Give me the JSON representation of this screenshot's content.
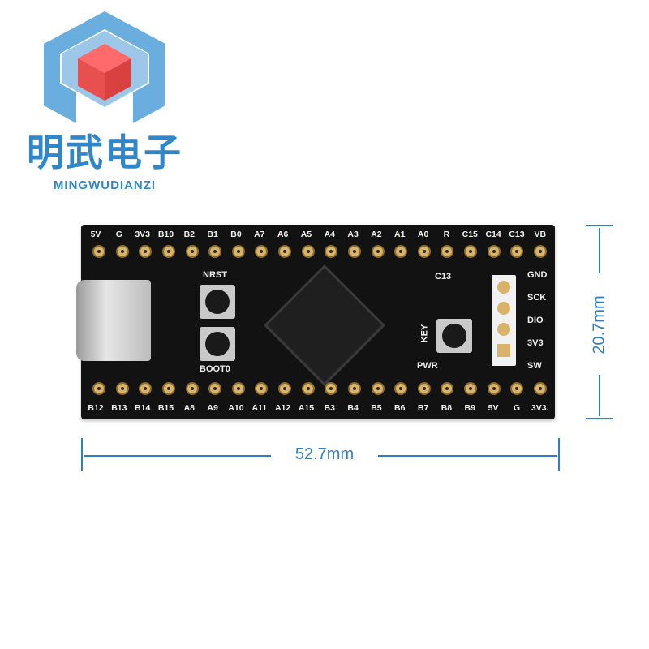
{
  "brand": {
    "cn": "明武电子",
    "en": "MINGWUDIANZI"
  },
  "board": {
    "top_pins": [
      "5V",
      "G",
      "3V3",
      "B10",
      "B2",
      "B1",
      "B0",
      "A7",
      "A6",
      "A5",
      "A4",
      "A3",
      "A2",
      "A1",
      "A0",
      "R",
      "C15",
      "C14",
      "C13",
      "VB"
    ],
    "bottom_pins": [
      "B12",
      "B13",
      "B14",
      "B15",
      "A8",
      "A9",
      "A10",
      "A11",
      "A12",
      "A15",
      "B3",
      "B4",
      "B5",
      "B6",
      "B7",
      "B8",
      "B9",
      "5V",
      "G",
      "3V3."
    ],
    "labels": {
      "nrst": "NRST",
      "boot": "BOOT0",
      "c13": "C13",
      "key": "KEY",
      "pwr": "PWR"
    },
    "swd": [
      "GND",
      "SCK",
      "DIO",
      "3V3",
      "SW"
    ]
  },
  "dimensions": {
    "width": "52.7mm",
    "height": "20.7mm"
  },
  "colors": {
    "accent": "#2f86c9",
    "pcb": "#121212",
    "gold": "#d9b36a"
  }
}
